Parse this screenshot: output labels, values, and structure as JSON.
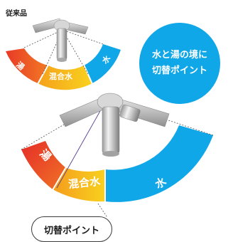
{
  "top": {
    "label": "従来品",
    "zones": {
      "hot": "湯",
      "mix": "混合水",
      "cold": "水"
    }
  },
  "callout": {
    "line1": "水と湯の境に",
    "line2": "切替ポイント"
  },
  "bottom": {
    "zones": {
      "hot": "湯",
      "mix": "混合水",
      "cold": "水"
    },
    "switch_label": "切替ポイント"
  },
  "colors": {
    "hot": "#e8442a",
    "hot_mid": "#f07a26",
    "mix": "#f4b51b",
    "mix_light": "#f7cf22",
    "cold": "#10a7e8",
    "text_dark": "#1a1a1a",
    "callout": "#10a7e8"
  },
  "icons": [
    "faucet-handle-icon"
  ]
}
